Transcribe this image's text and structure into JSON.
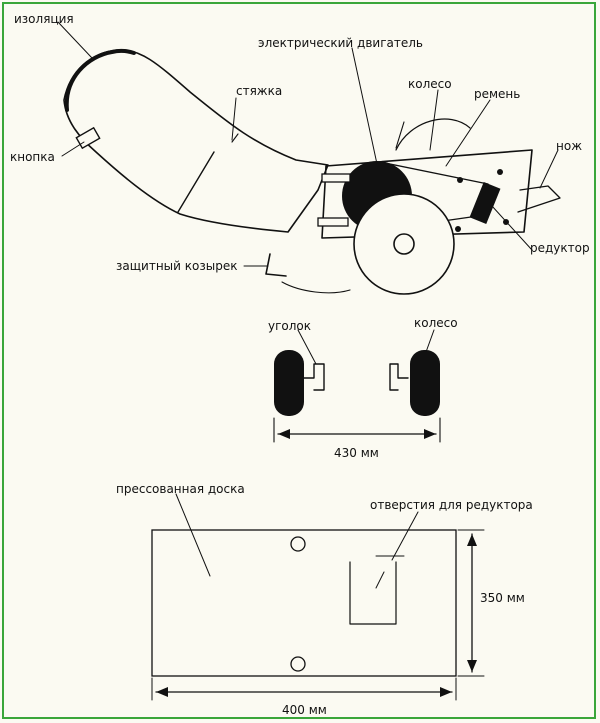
{
  "figure1": {
    "labels": {
      "insulation": "изоляция",
      "button": "кнопка",
      "tie": "стяжка",
      "motor": "электрический двигатель",
      "wheel": "колесо",
      "belt": "ремень",
      "knife": "нож",
      "gearbox": "редуктор",
      "guard": "защитный козырек"
    }
  },
  "figure2": {
    "labels": {
      "angle": "уголок",
      "wheel": "колесо",
      "width": "430 мм"
    }
  },
  "figure3": {
    "labels": {
      "board": "прессованная доска",
      "holes": "отверстия для редуктора",
      "height": "350 мм",
      "width": "400 мм"
    }
  },
  "colors": {
    "frame": "#3aa63a",
    "ink": "#111111",
    "paper": "#fbfaf2"
  }
}
